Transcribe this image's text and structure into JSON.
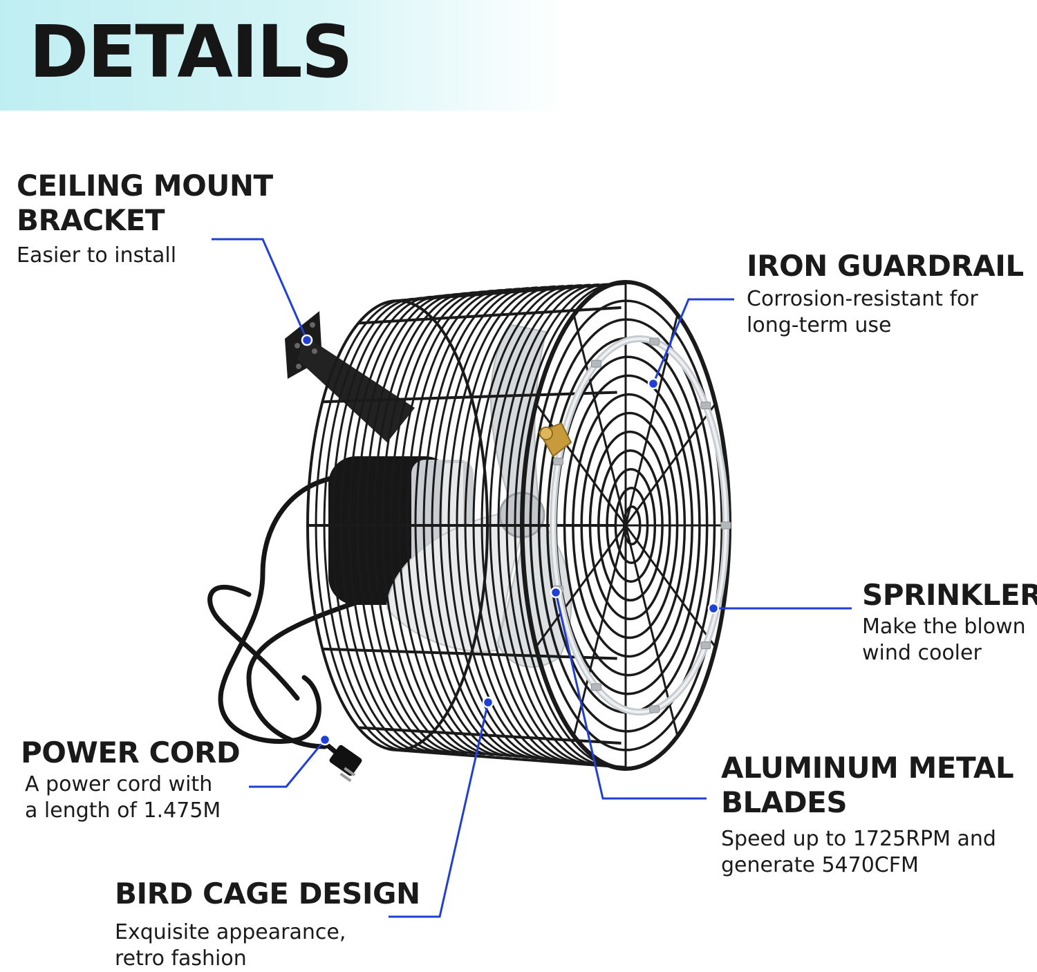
{
  "header": {
    "title": "DETAILS"
  },
  "accent_color": "#1f3fd6",
  "product": {
    "icon": "mist-fan-icon"
  },
  "callouts": {
    "ceiling_mount": {
      "title_lines": [
        "CEILING MOUNT",
        "BRACKET"
      ],
      "desc": "Easier to install"
    },
    "iron_guardrail": {
      "title": "IRON GUARDRAIL",
      "desc_lines": [
        "Corrosion-resistant for",
        "long-term use"
      ]
    },
    "sprinkler": {
      "title": "SPRINKLER",
      "desc_lines": [
        "Make the blown",
        "wind cooler"
      ]
    },
    "aluminum_blades": {
      "title_lines": [
        "ALUMINUM METAL",
        "BLADES"
      ],
      "desc_lines": [
        "Speed up to 1725RPM and",
        "generate 5470CFM"
      ]
    },
    "power_cord": {
      "title": "POWER CORD",
      "desc_lines": [
        "A power cord with",
        "a length of 1.475M"
      ]
    },
    "bird_cage": {
      "title": "BIRD CAGE DESIGN",
      "desc_lines": [
        "Exquisite appearance,",
        "retro fashion"
      ]
    }
  }
}
